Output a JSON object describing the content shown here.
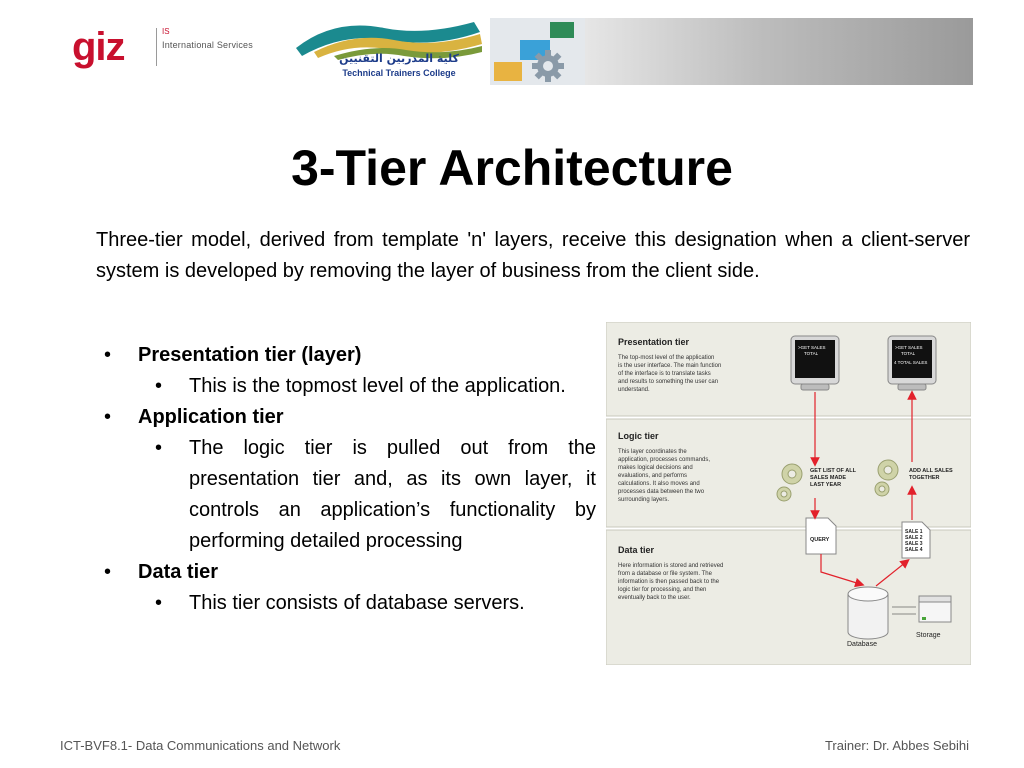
{
  "header": {
    "giz_word": "giz",
    "giz_is": "IS",
    "giz_subtitle": "International Services",
    "college_arabic": "كلية المدربين التقنيين",
    "college_english": "Technical Trainers College"
  },
  "slide": {
    "title": "3-Tier Architecture",
    "intro": "Three-tier model, derived from template 'n' layers, receive this designation when a client-server system is developed by removing the layer of business from the client side.",
    "bullets": [
      {
        "heading": "Presentation tier (layer)",
        "detail": "This is the topmost level of the application."
      },
      {
        "heading": "Application tier",
        "detail": "The logic tier is pulled out from the presentation tier and, as its own layer, it controls an application’s functionality by performing detailed processing"
      },
      {
        "heading": "Data tier",
        "detail": "This tier consists of database servers."
      }
    ]
  },
  "diagram": {
    "presentation": {
      "title": "Presentation tier",
      "desc": [
        "The top-most level of the application",
        "is the user interface. The main function",
        "of the interface is to translate tasks",
        "and results to something the user can",
        "understand."
      ],
      "screen_left": [
        ">GET SALES",
        "TOTAL"
      ],
      "screen_right": [
        ">GET SALES",
        "TOTAL",
        "4 TOTAL SALES"
      ]
    },
    "logic": {
      "title": "Logic tier",
      "desc": [
        "This layer coordinates the",
        "application, processes commands,",
        "makes logical decisions and",
        "evaluations, and performs",
        "calculations. It also moves and",
        "processes data between the two",
        "surrounding layers."
      ],
      "left_label": [
        "GET LIST OF ALL",
        "SALES MADE",
        "LAST YEAR"
      ],
      "right_label": [
        "ADD ALL SALES",
        "TOGETHER"
      ]
    },
    "data": {
      "title": "Data tier",
      "desc": [
        "Here information is stored and retrieved",
        "from a database or file system. The",
        "information is then passed back to the",
        "logic tier for processing, and then",
        "eventually back to the user."
      ],
      "query_label": "QUERY",
      "sales_list": [
        "SALE 1",
        "SALE 2",
        "SALE 3",
        "SALE 4"
      ],
      "database_label": "Database",
      "storage_label": "Storage"
    }
  },
  "footer": {
    "left": "ICT-BVF8.1- Data Communications and Network",
    "right": "Trainer: Dr. Abbes  Sebihi"
  },
  "colors": {
    "accent_red": "#c8102e",
    "college_blue": "#1d3c8a",
    "arrow_red": "#e2212b",
    "tier_bg": "#ecece4"
  }
}
